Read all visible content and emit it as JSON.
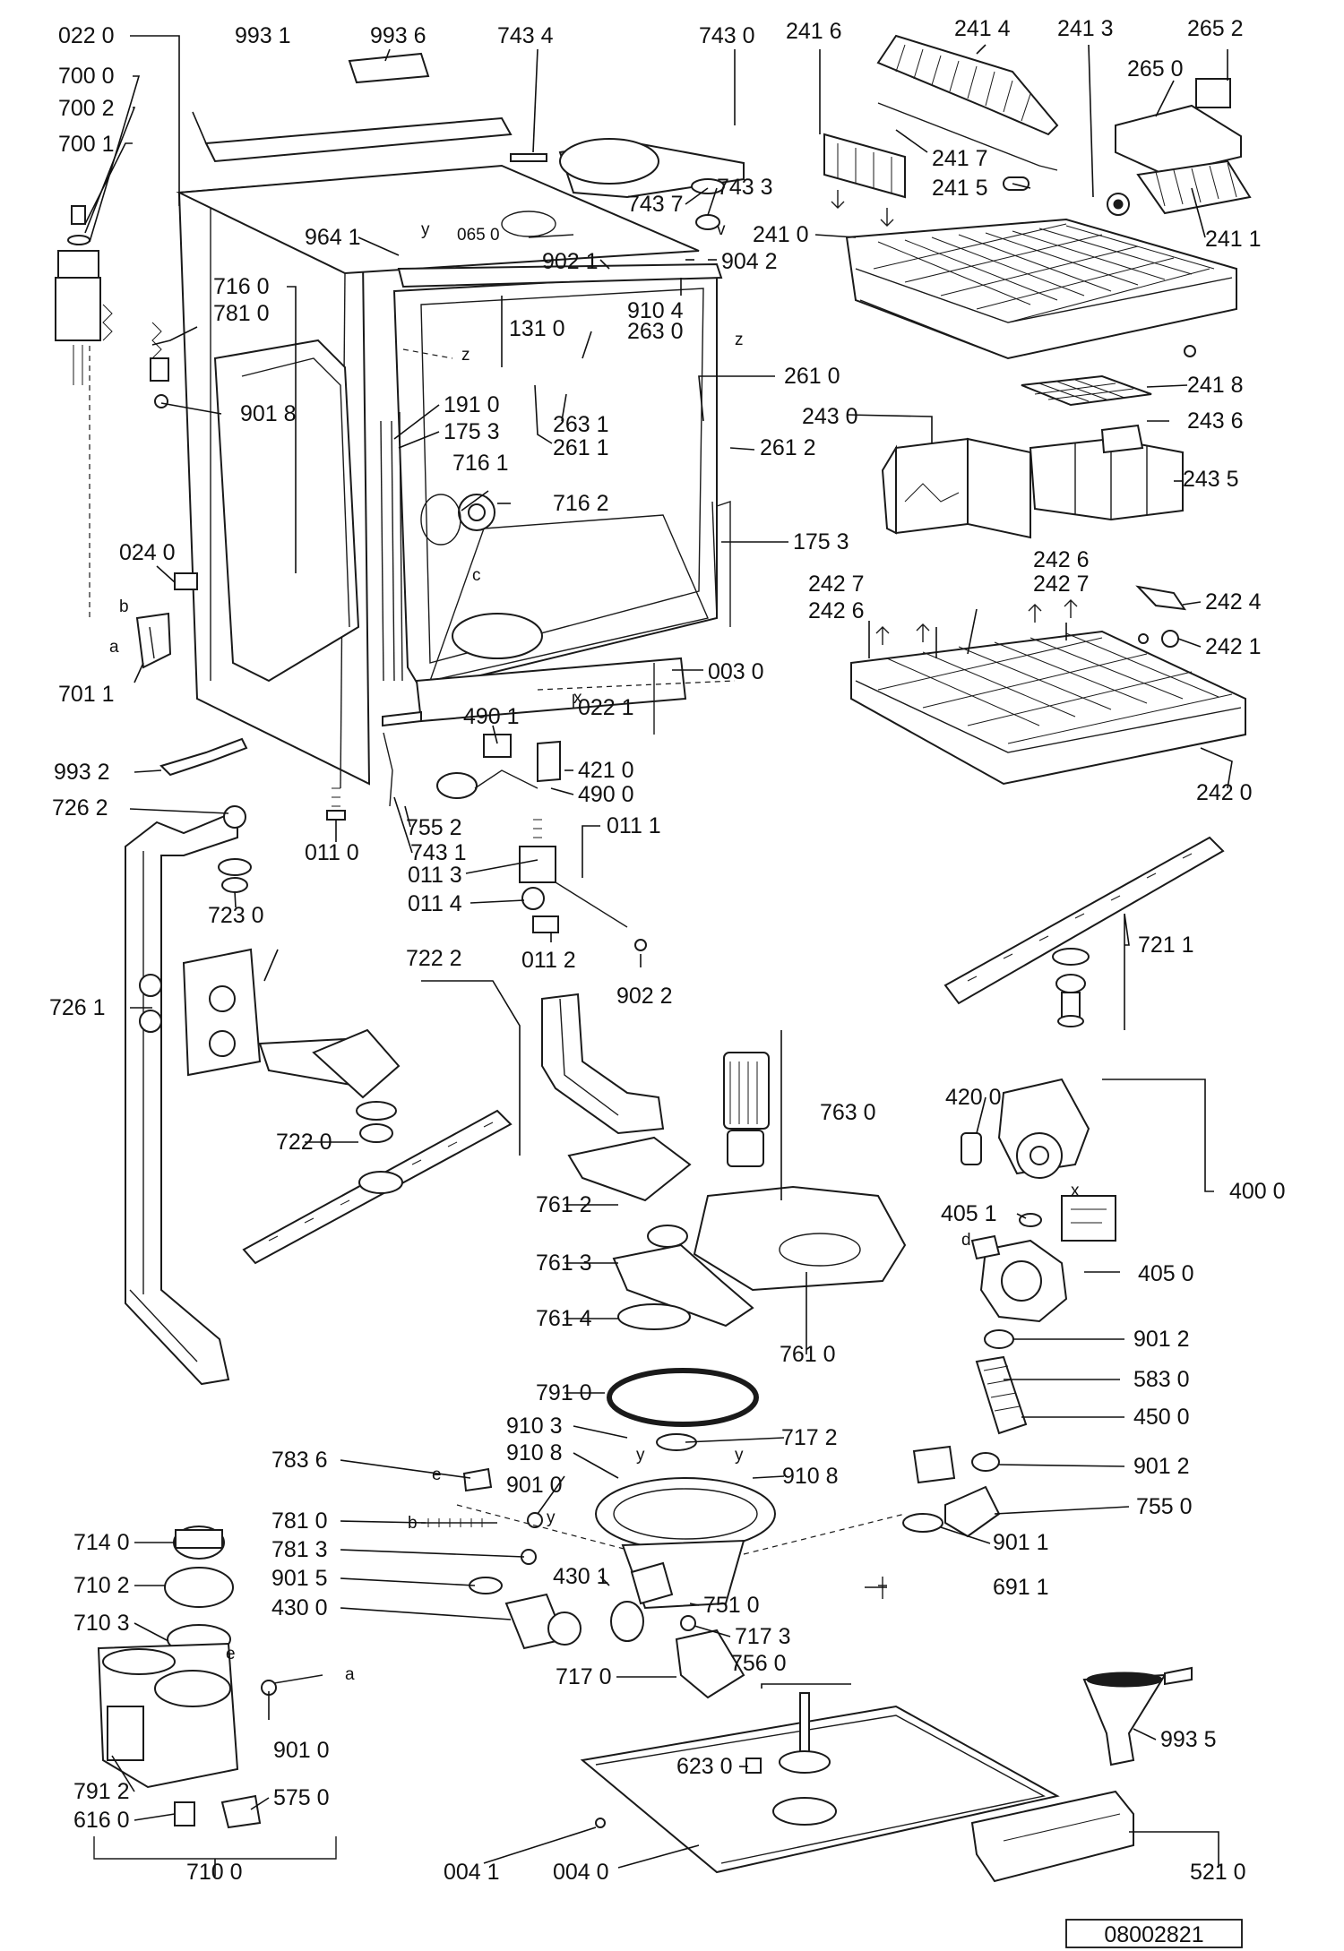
{
  "diagram_reference": "08002821",
  "callouts": [
    "022 0",
    "993 1",
    "993 6",
    "743 4",
    "743 0",
    "241 6",
    "241 4",
    "241 3",
    "265 2",
    "700 0",
    "700 2",
    "700 1",
    "265 0",
    "743 7",
    "743 3",
    "241 7",
    "241 5",
    "241 0",
    "241 1",
    "964 1",
    "065 0",
    "902 1",
    "904 2",
    "716 0",
    "781 0",
    "910 4",
    "131 0",
    "263 0",
    "261 0",
    "241 8",
    "901 8",
    "191 0",
    "175 3",
    "263 1",
    "261 1",
    "261 2",
    "243 0",
    "243 6",
    "243 5",
    "716 1",
    "716 2",
    "175 3",
    "024 0",
    "242 6",
    "242 7",
    "242 7",
    "242 6",
    "242 4",
    "242 1",
    "701 1",
    "003 0",
    "490 1",
    "022 1",
    "421 0",
    "490 0",
    "993 2",
    "242 0",
    "726 2",
    "011 0",
    "755 2",
    "743 1",
    "011 1",
    "011 3",
    "011 4",
    "011 2",
    "723 0",
    "902 2",
    "721 1",
    "722 2",
    "726 1",
    "763 0",
    "420 0",
    "400 0",
    "722 0",
    "761 2",
    "405 1",
    "761 3",
    "405 0",
    "761 4",
    "761 0",
    "901 2",
    "791 0",
    "583 0",
    "450 0",
    "910 3",
    "717 2",
    "783 6",
    "910 8",
    "910 8",
    "901 2",
    "901 0",
    "755 0",
    "781 0",
    "901 1",
    "714 0",
    "781 3",
    "710 2",
    "901 5",
    "430 1",
    "751 0",
    "691 1",
    "430 0",
    "717 3",
    "710 3",
    "717 0",
    "756 0",
    "993 5",
    "901 0",
    "623 0",
    "791 2",
    "575 0",
    "616 0",
    "004 1",
    "004 0",
    "521 0",
    "710 0"
  ],
  "letters": [
    "b",
    "a",
    "c",
    "x",
    "z",
    "z",
    "y",
    "v",
    "d",
    "x",
    "e",
    "b",
    "e",
    "a",
    "y",
    "y",
    "y"
  ]
}
